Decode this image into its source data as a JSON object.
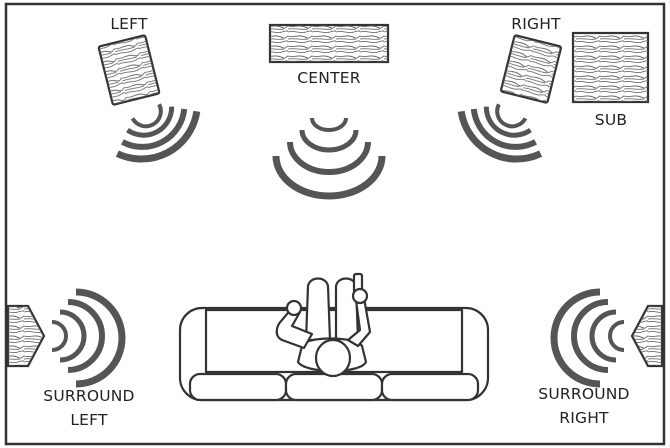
{
  "labels": {
    "left": "LEFT",
    "center": "CENTER",
    "right": "RIGHT",
    "sub": "SUB",
    "surround_left_line1": "SURROUND",
    "surround_left_line2": "LEFT",
    "surround_right_line1": "SURROUND",
    "surround_right_line2": "RIGHT"
  },
  "colors": {
    "line": "#333333",
    "wave": "#555555",
    "background": "#ffffff"
  }
}
